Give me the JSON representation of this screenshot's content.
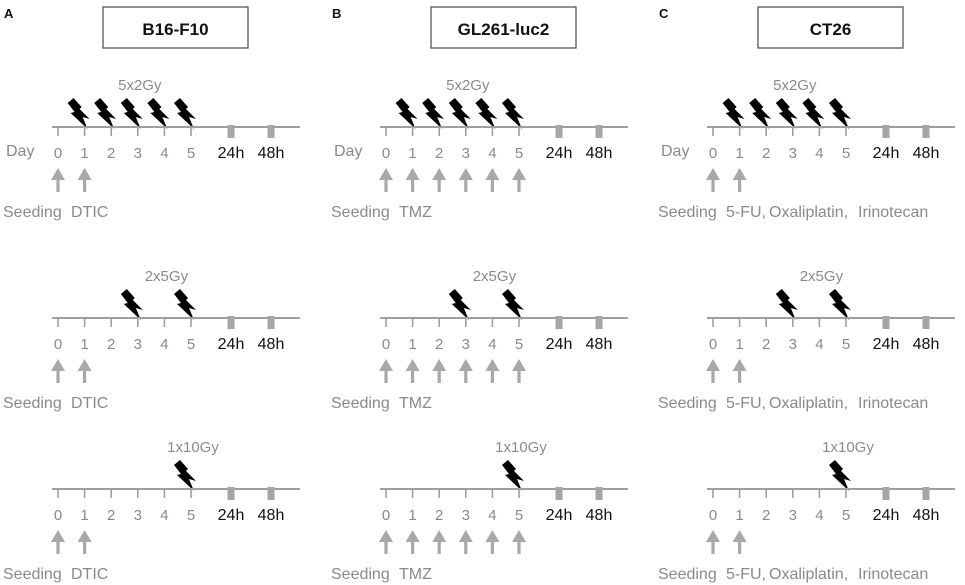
{
  "colors": {
    "line": "#9e9e9e",
    "arrow": "#a8a8a8",
    "gray_text": "#8a8a8a",
    "dark_text": "#111111",
    "time_marker": "#a6a6a6",
    "bolt": "#000000",
    "box_border": "#555555"
  },
  "icons": {
    "radiation": "lightning-bolt-icon",
    "treatment": "up-arrow-icon"
  },
  "panels": [
    {
      "letter": "A",
      "cell_line": "B16-F10",
      "drug": "DTIC",
      "drug_extra": [
        "",
        ""
      ],
      "drug_days": [
        1
      ],
      "rows": [
        {
          "label": "5x2Gy",
          "bolts": [
            1,
            2,
            3,
            4,
            5
          ],
          "show_day": true
        },
        {
          "label": "2x5Gy",
          "bolts": [
            3,
            5
          ],
          "show_day": false
        },
        {
          "label": "1x10Gy",
          "bolts": [
            5
          ],
          "show_day": false
        }
      ]
    },
    {
      "letter": "B",
      "cell_line": "GL261-luc2",
      "drug": "TMZ",
      "drug_extra": [
        "",
        ""
      ],
      "drug_days": [
        1,
        2,
        3,
        4,
        5
      ],
      "rows": [
        {
          "label": "5x2Gy",
          "bolts": [
            1,
            2,
            3,
            4,
            5
          ],
          "show_day": true
        },
        {
          "label": "2x5Gy",
          "bolts": [
            3,
            5
          ],
          "show_day": false
        },
        {
          "label": "1x10Gy",
          "bolts": [
            5
          ],
          "show_day": false
        }
      ]
    },
    {
      "letter": "C",
      "cell_line": "CT26",
      "drug": "5-FU,",
      "drug_extra": [
        "Oxaliplatin,",
        "Irinotecan"
      ],
      "drug_days": [
        1
      ],
      "rows": [
        {
          "label": "5x2Gy",
          "bolts": [
            1,
            2,
            3,
            4,
            5
          ],
          "show_day": true
        },
        {
          "label": "2x5Gy",
          "bolts": [
            3,
            5
          ],
          "show_day": false
        },
        {
          "label": "1x10Gy",
          "bolts": [
            5
          ],
          "show_day": false
        }
      ]
    }
  ],
  "day_label": "Day",
  "day_numbers": [
    "0",
    "1",
    "2",
    "3",
    "4",
    "5"
  ],
  "seeding_label": "Seeding",
  "time_points": [
    "24h",
    "48h"
  ]
}
